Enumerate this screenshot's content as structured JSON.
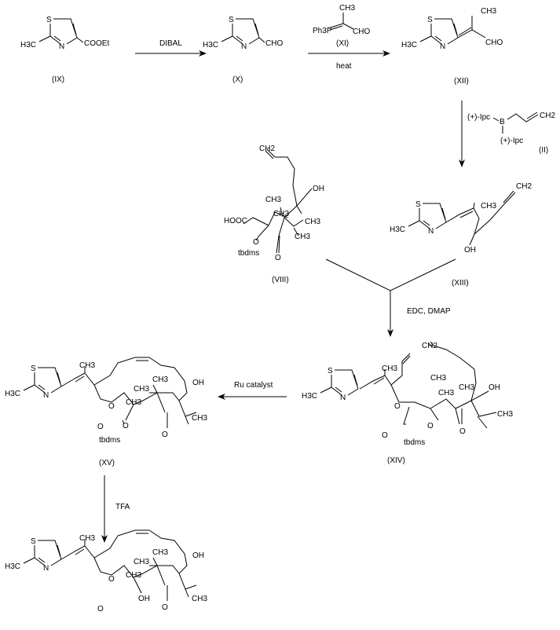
{
  "compounds": {
    "IX": {
      "label": "(IX)",
      "group": "COOEt"
    },
    "X": {
      "label": "(X)",
      "group": "CHO"
    },
    "XI": {
      "label": "(XI)",
      "ph3p": "Ph3P",
      "cho": "CHO",
      "ch3": "CH3"
    },
    "XII": {
      "label": "(XII)",
      "cho": "CHO",
      "ch3": "CH3"
    },
    "II": {
      "label": "(II)",
      "ipc1": "(+)-Ipc",
      "ipc2": "(+)-Ipc",
      "b": "B",
      "ch2": "CH2"
    },
    "XIII": {
      "label": "(XIII)",
      "oh": "OH",
      "ch3": "CH3",
      "ch2": "CH2"
    },
    "VIII": {
      "label": "(VIII)",
      "hooc": "HOOC",
      "o": "O",
      "tbdms": "tbdms",
      "oh": "OH",
      "ch3a": "CH3",
      "ch3b": "CH3",
      "ch3c": "CH3",
      "ch3d": "CH3",
      "ch2": "CH2",
      "ket": "O"
    },
    "XIV": {
      "label": "(XIV)",
      "tbdms": "tbdms",
      "o": "O",
      "oe": "O",
      "oc": "O",
      "ket": "O",
      "oh": "OH",
      "ch3a": "CH3",
      "ch3b": "CH3",
      "ch3c": "CH3",
      "ch3d": "CH3",
      "ch3e": "CH3",
      "ch2": "CH2"
    },
    "XV": {
      "label": "(XV)",
      "tbdms": "tbdms",
      "o": "O",
      "oe": "O",
      "oc": "O",
      "ket": "O",
      "oh": "OH",
      "ch3a": "CH3",
      "ch3b": "CH3",
      "ch3c": "CH3",
      "ch3d": "CH3",
      "ch3e": "CH3"
    },
    "product": {
      "ho": "OH",
      "oe": "O",
      "oc": "O",
      "ket": "O",
      "oh": "OH",
      "ch3a": "CH3",
      "ch3b": "CH3",
      "ch3c": "CH3",
      "ch3d": "CH3",
      "ch3e": "CH3"
    }
  },
  "thiazole": {
    "s": "S",
    "n": "N",
    "methyl": "H3C"
  },
  "reagents": {
    "dibal": "DIBAL",
    "heat": "heat",
    "edc": "EDC, DMAP",
    "ru": "Ru catalyst",
    "tfa": "TFA"
  }
}
